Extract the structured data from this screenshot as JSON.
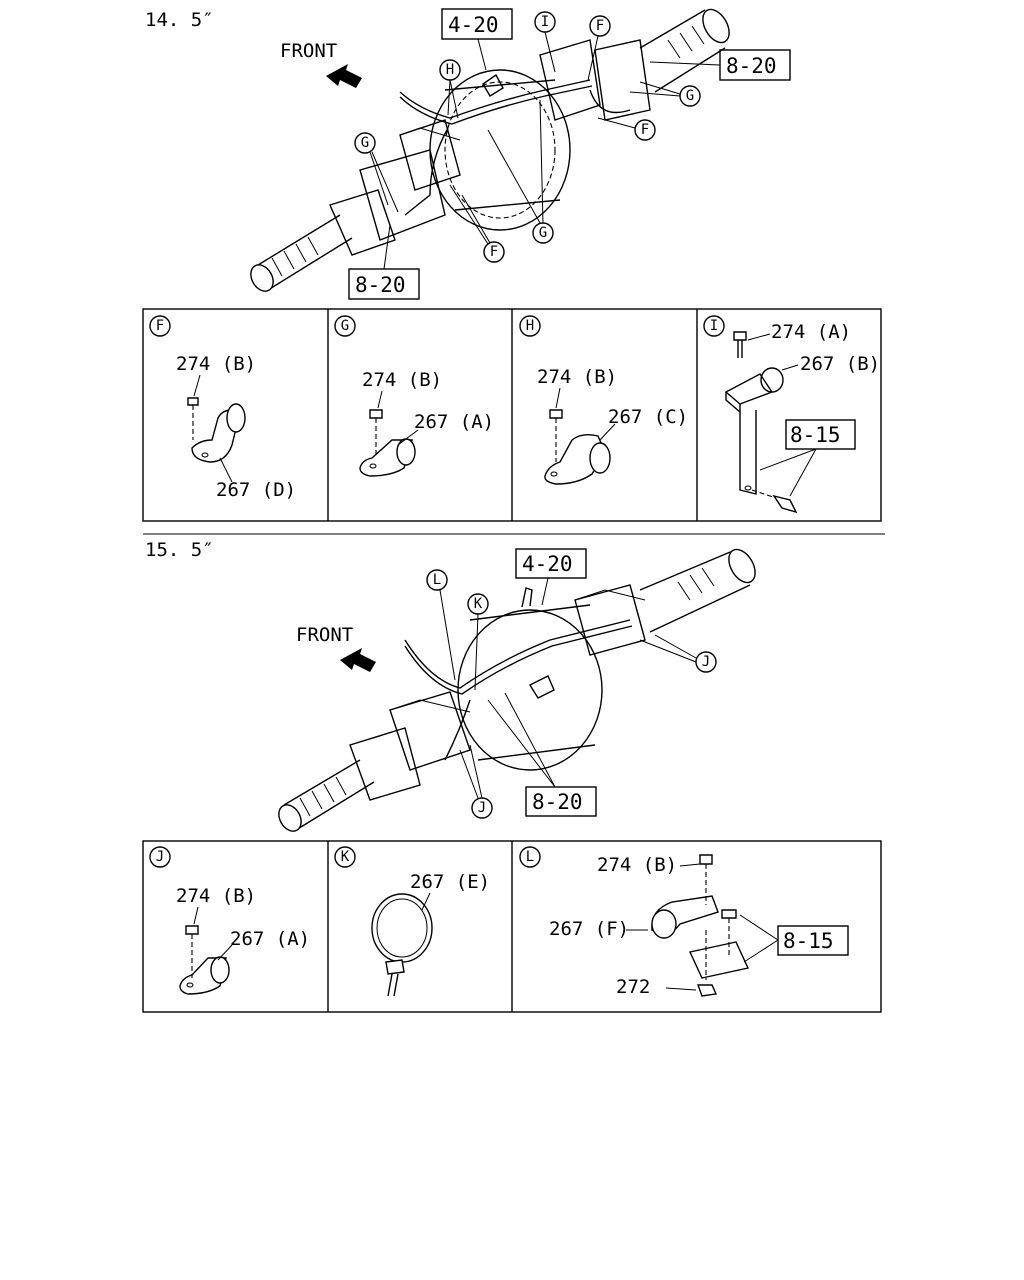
{
  "sections": [
    {
      "title": "14. 5″",
      "front_label": "FRONT",
      "ref_boxes": [
        "4-20",
        "8-20",
        "8-20"
      ],
      "callouts": [
        "H",
        "I",
        "F",
        "G",
        "G",
        "F",
        "G",
        "F"
      ]
    },
    {
      "title": "15. 5″",
      "front_label": "FRONT",
      "ref_boxes": [
        "4-20",
        "8-20"
      ],
      "callouts": [
        "L",
        "K",
        "J",
        "J"
      ]
    }
  ],
  "details_top": [
    {
      "letter": "F",
      "labels": [
        "274 (B)",
        "267 (D)"
      ]
    },
    {
      "letter": "G",
      "labels": [
        "274 (B)",
        "267 (A)"
      ]
    },
    {
      "letter": "H",
      "labels": [
        "274 (B)",
        "267 (C)"
      ]
    },
    {
      "letter": "I",
      "labels": [
        "274 (A)",
        "267 (B)"
      ],
      "ref": "8-15"
    }
  ],
  "details_bottom": [
    {
      "letter": "J",
      "labels": [
        "274 (B)",
        "267 (A)"
      ]
    },
    {
      "letter": "K",
      "labels": [
        "267 (E)"
      ]
    },
    {
      "letter": "L",
      "labels": [
        "274 (B)",
        "267 (F)",
        "272"
      ],
      "ref": "8-15"
    }
  ]
}
